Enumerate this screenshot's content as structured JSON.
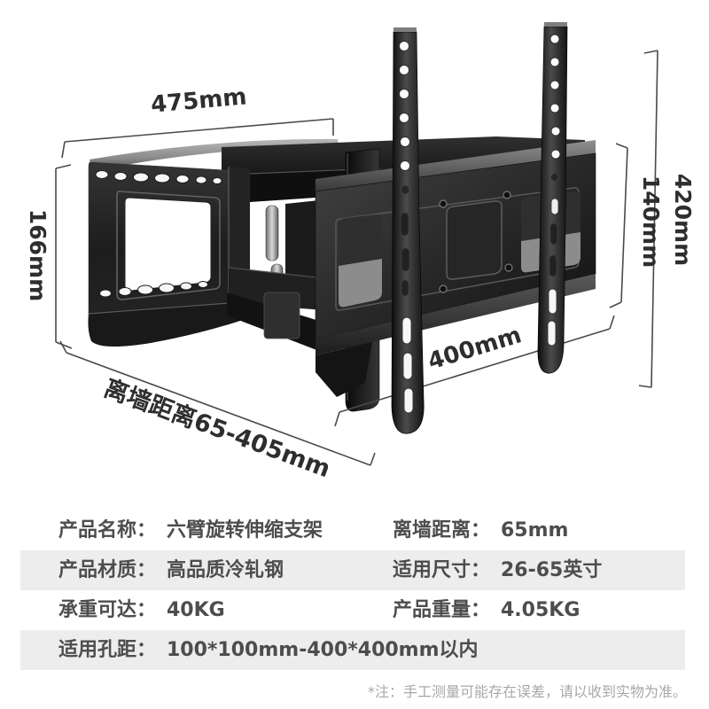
{
  "product_diagram": {
    "dim_top_width": "475mm",
    "dim_left_height": "166mm",
    "dim_right_outer": "420mm",
    "dim_right_inner": "140mm",
    "dim_bottom_width": "400mm",
    "dim_wall_distance": "离墙距离65-405mm"
  },
  "spec_table": {
    "rows": [
      {
        "left_label": "产品名称：",
        "left_value": "六臂旋转伸缩支架",
        "right_label": "离墙距离：",
        "right_value": "65mm"
      },
      {
        "left_label": "产品材质：",
        "left_value": "高品质冷轧钢",
        "right_label": "适用尺寸：",
        "right_value": "26-65英寸"
      },
      {
        "left_label": "承重可达：",
        "left_value": "40KG",
        "right_label": "产品重量：",
        "right_value": "4.05KG"
      },
      {
        "left_label": "适用孔距：",
        "left_value": "100*100mm-400*400mm以内",
        "right_label": "",
        "right_value": ""
      }
    ]
  },
  "footnote": "*注：手工测量可能存在误差，请以收到实物为准。",
  "colors": {
    "row_shaded": "#ededed",
    "spec_text": "#4d4d4d",
    "dimension_text": "#2e2e2e",
    "footnote_text": "#a8a8a8",
    "product_dark": "#1a1a1a"
  }
}
